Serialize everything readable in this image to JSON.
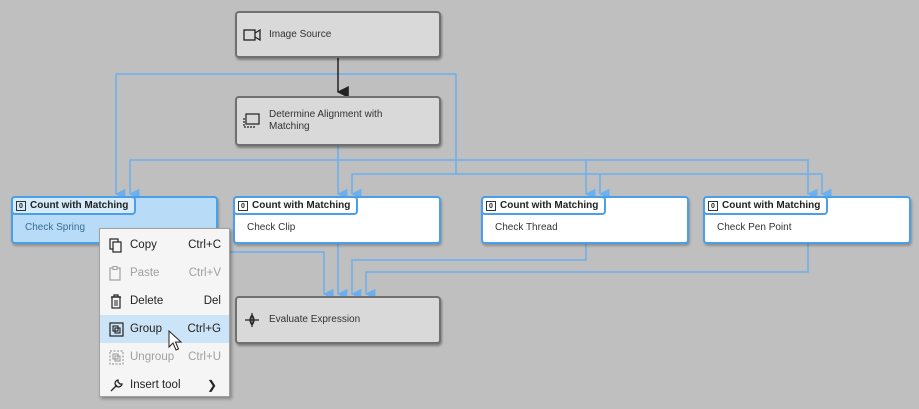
{
  "nodes": {
    "image_source": {
      "label": "Image Source",
      "icon": "camera-icon"
    },
    "alignment": {
      "label": "Determine Alignment with Matching",
      "icon": "alignment-icon"
    },
    "evaluate": {
      "label": "Evaluate Expression",
      "icon": "expression-icon"
    }
  },
  "tools": [
    {
      "tag": "Count with Matching",
      "name": "Check Spring",
      "selected": true
    },
    {
      "tag": "Count with Matching",
      "name": "Check Clip",
      "selected": false
    },
    {
      "tag": "Count with Matching",
      "name": "Check Thread",
      "selected": false
    },
    {
      "tag": "Count with Matching",
      "name": "Check Pen Point",
      "selected": false
    }
  ],
  "context_menu": {
    "items": [
      {
        "label": "Copy",
        "shortcut": "Ctrl+C",
        "icon": "copy-icon",
        "enabled": true
      },
      {
        "label": "Paste",
        "shortcut": "Ctrl+V",
        "icon": "paste-icon",
        "enabled": false
      },
      {
        "label": "Delete",
        "shortcut": "Del",
        "icon": "trash-icon",
        "enabled": true
      },
      {
        "label": "Group",
        "shortcut": "Ctrl+G",
        "icon": "group-icon",
        "enabled": true,
        "hover": true
      },
      {
        "label": "Ungroup",
        "shortcut": "Ctrl+U",
        "icon": "ungroup-icon",
        "enabled": false
      },
      {
        "label": "Insert tool",
        "shortcut": "",
        "icon": "wrench-icon",
        "enabled": true,
        "submenu": true
      }
    ]
  },
  "colors": {
    "background": "#bfbfbf",
    "connector": "#6aaff0",
    "tool_border": "#4a9fe6",
    "selected_fill": "#b8dcf7",
    "menu_hover": "#cce4f7"
  }
}
